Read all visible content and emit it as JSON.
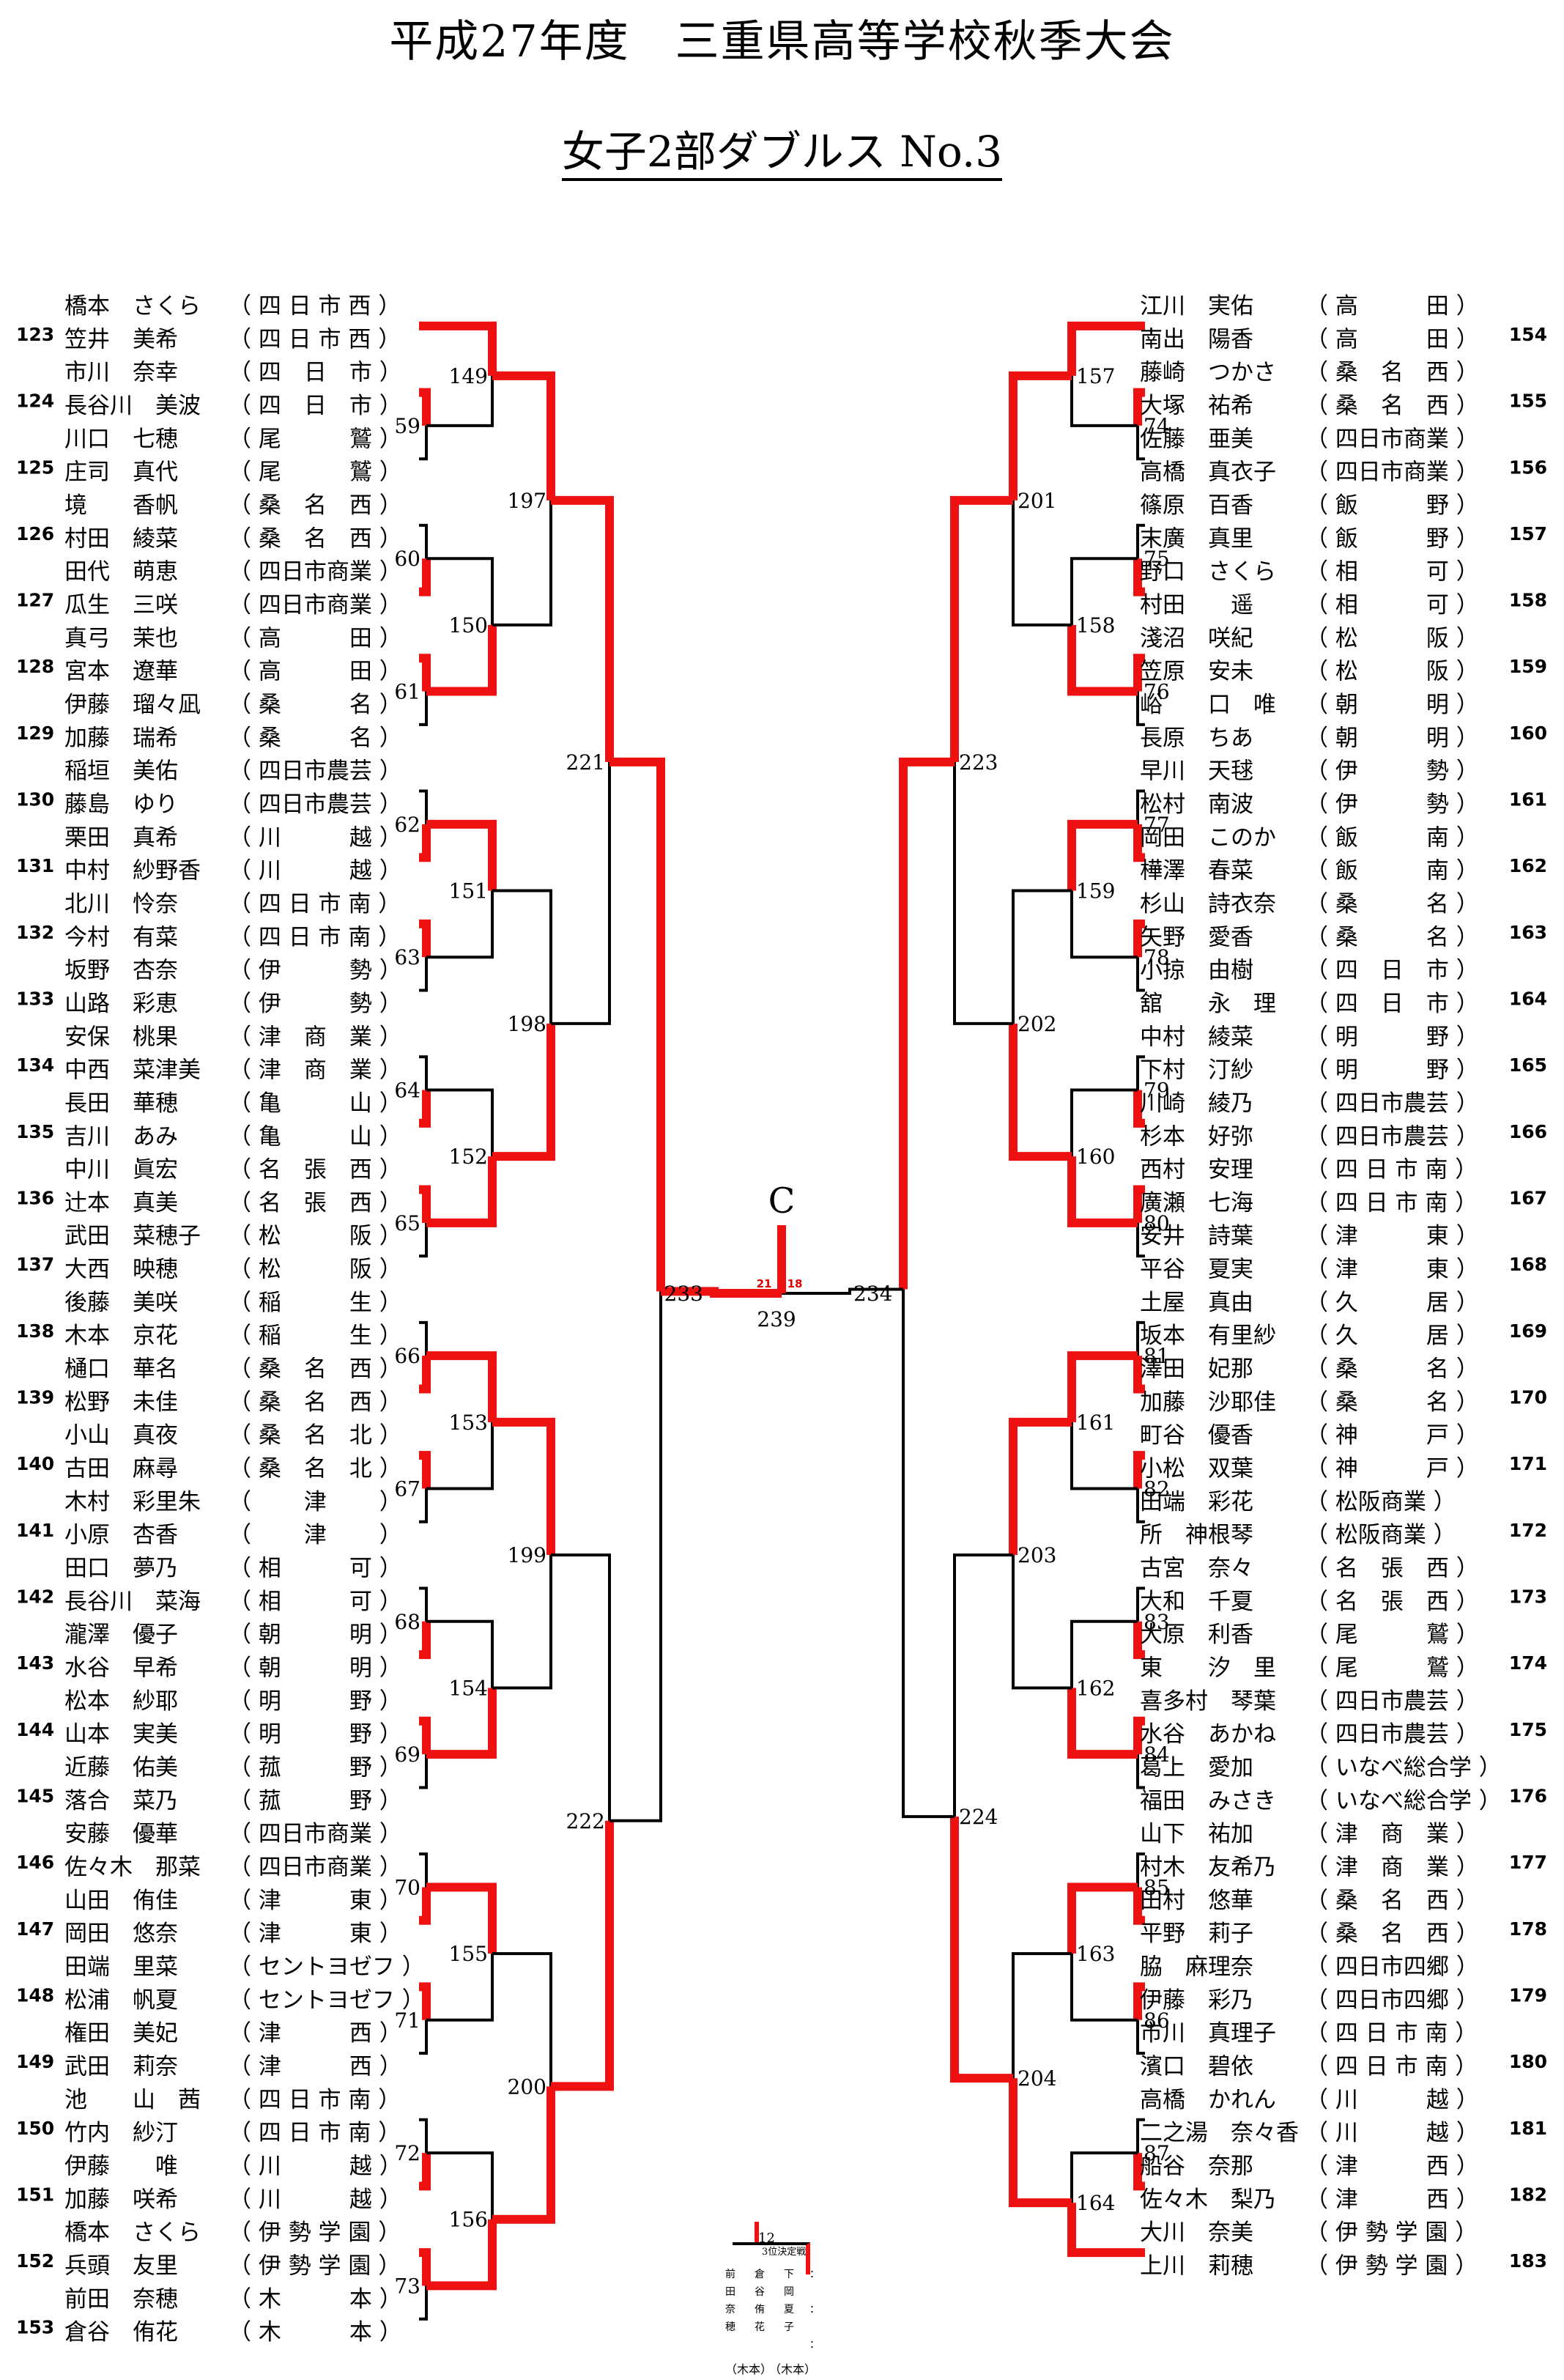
{
  "title": "平成27年度　三重県高等学校秋季大会",
  "subtitle": "女子2部ダブルス  No.3",
  "champion_label": "C",
  "left_pairs": [
    {
      "num": "123",
      "p1": "橋本　さくら",
      "s1": "（ 四 日 市 西 ）",
      "p2": "笠井　美希",
      "s2": "（ 四 日 市 西 ）"
    },
    {
      "num": "124",
      "p1": "市川　奈幸",
      "s1": "（ 四　日　市 ）",
      "p2": "長谷川　美波",
      "s2": "（ 四　日　市 ）"
    },
    {
      "num": "125",
      "p1": "川口　七穂",
      "s1": "（ 尾　　　鷲 ）",
      "p2": "庄司　真代",
      "s2": "（ 尾　　　鷲 ）"
    },
    {
      "num": "126",
      "p1": "境　　香帆",
      "s1": "（ 桑　名　西 ）",
      "p2": "村田　綾菜",
      "s2": "（ 桑　名　西 ）"
    },
    {
      "num": "127",
      "p1": "田代　萌恵",
      "s1": "（ 四日市商業 ）",
      "p2": "瓜生　三咲",
      "s2": "（ 四日市商業 ）"
    },
    {
      "num": "128",
      "p1": "真弓　茉也",
      "s1": "（ 高　　　田 ）",
      "p2": "宮本　遼華",
      "s2": "（ 高　　　田 ）"
    },
    {
      "num": "129",
      "p1": "伊藤　瑠々凪",
      "s1": "（ 桑　　　名 ）",
      "p2": "加藤　瑞希",
      "s2": "（ 桑　　　名 ）"
    },
    {
      "num": "130",
      "p1": "稲垣　美佑",
      "s1": "（ 四日市農芸 ）",
      "p2": "藤島　ゆり",
      "s2": "（ 四日市農芸 ）"
    },
    {
      "num": "131",
      "p1": "栗田　真希",
      "s1": "（ 川　　　越 ）",
      "p2": "中村　紗野香",
      "s2": "（ 川　　　越 ）"
    },
    {
      "num": "132",
      "p1": "北川　怜奈",
      "s1": "（ 四 日 市 南 ）",
      "p2": "今村　有菜",
      "s2": "（ 四 日 市 南 ）"
    },
    {
      "num": "133",
      "p1": "坂野　杏奈",
      "s1": "（ 伊　　　勢 ）",
      "p2": "山路　彩恵",
      "s2": "（ 伊　　　勢 ）"
    },
    {
      "num": "134",
      "p1": "安保　桃果",
      "s1": "（ 津　商　業 ）",
      "p2": "中西　菜津美",
      "s2": "（ 津　商　業 ）"
    },
    {
      "num": "135",
      "p1": "長田　華穂",
      "s1": "（ 亀　　　山 ）",
      "p2": "吉川　あみ",
      "s2": "（ 亀　　　山 ）"
    },
    {
      "num": "136",
      "p1": "中川　眞宏",
      "s1": "（ 名　張　西 ）",
      "p2": "辻本　真美",
      "s2": "（ 名　張　西 ）"
    },
    {
      "num": "137",
      "p1": "武田　菜穂子",
      "s1": "（ 松　　　阪 ）",
      "p2": "大西　映穂",
      "s2": "（ 松　　　阪 ）"
    },
    {
      "num": "138",
      "p1": "後藤　美咲",
      "s1": "（ 稲　　　生 ）",
      "p2": "木本　京花",
      "s2": "（ 稲　　　生 ）"
    },
    {
      "num": "139",
      "p1": "樋口　華名",
      "s1": "（ 桑　名　西 ）",
      "p2": "松野　未佳",
      "s2": "（ 桑　名　西 ）"
    },
    {
      "num": "140",
      "p1": "小山　真夜",
      "s1": "（ 桑　名　北 ）",
      "p2": "古田　麻尋",
      "s2": "（ 桑　名　北 ）"
    },
    {
      "num": "141",
      "p1": "木村　彩里朱",
      "s1": "（ 　　津　　 ）",
      "p2": "小原　杏香",
      "s2": "（ 　　津　　 ）"
    },
    {
      "num": "142",
      "p1": "田口　夢乃",
      "s1": "（ 相　　　可 ）",
      "p2": "長谷川　菜海",
      "s2": "（ 相　　　可 ）"
    },
    {
      "num": "143",
      "p1": "瀧澤　優子",
      "s1": "（ 朝　　　明 ）",
      "p2": "水谷　早希",
      "s2": "（ 朝　　　明 ）"
    },
    {
      "num": "144",
      "p1": "松本　紗耶",
      "s1": "（ 明　　　野 ）",
      "p2": "山本　実美",
      "s2": "（ 明　　　野 ）"
    },
    {
      "num": "145",
      "p1": "近藤　佑美",
      "s1": "（ 菰　　　野 ）",
      "p2": "落合　菜乃",
      "s2": "（ 菰　　　野 ）"
    },
    {
      "num": "146",
      "p1": "安藤　優華",
      "s1": "（ 四日市商業 ）",
      "p2": "佐々木　那菜",
      "s2": "（ 四日市商業 ）"
    },
    {
      "num": "147",
      "p1": "山田　侑佳",
      "s1": "（ 津　　　東 ）",
      "p2": "岡田　悠奈",
      "s2": "（ 津　　　東 ）"
    },
    {
      "num": "148",
      "p1": "田端　里菜",
      "s1": "（ セントヨゼフ ）",
      "p2": "松浦　帆夏",
      "s2": "（ セントヨゼフ ）"
    },
    {
      "num": "149",
      "p1": "権田　美妃",
      "s1": "（ 津　　　西 ）",
      "p2": "武田　莉奈",
      "s2": "（ 津　　　西 ）"
    },
    {
      "num": "150",
      "p1": "池　　山　茜",
      "s1": "（ 四 日 市 南 ）",
      "p2": "竹内　紗汀",
      "s2": "（ 四 日 市 南 ）"
    },
    {
      "num": "151",
      "p1": "伊藤　　唯",
      "s1": "（ 川　　　越 ）",
      "p2": "加藤　咲希",
      "s2": "（ 川　　　越 ）"
    },
    {
      "num": "152",
      "p1": "橋本　さくら",
      "s1": "（ 伊 勢 学 園 ）",
      "p2": "兵頭　友里",
      "s2": "（ 伊 勢 学 園 ）"
    },
    {
      "num": "153",
      "p1": "前田　奈穂",
      "s1": "（ 木　　　本 ）",
      "p2": "倉谷　侑花",
      "s2": "（ 木　　　本 ）"
    }
  ],
  "right_pairs": [
    {
      "num": "154",
      "p1": "江川　実佑",
      "s1": "（ 高　　　田 ）",
      "p2": "南出　陽香",
      "s2": "（ 高　　　田 ）"
    },
    {
      "num": "155",
      "p1": "藤崎　つかさ",
      "s1": "（ 桑　名　西 ）",
      "p2": "大塚　祐希",
      "s2": "（ 桑　名　西 ）"
    },
    {
      "num": "156",
      "p1": "佐藤　亜美",
      "s1": "（ 四日市商業 ）",
      "p2": "高橋　真衣子",
      "s2": "（ 四日市商業 ）"
    },
    {
      "num": "157",
      "p1": "篠原　百香",
      "s1": "（ 飯　　　野 ）",
      "p2": "末廣　真里",
      "s2": "（ 飯　　　野 ）"
    },
    {
      "num": "158",
      "p1": "野口　さくら",
      "s1": "（ 相　　　可 ）",
      "p2": "村田　　遥",
      "s2": "（ 相　　　可 ）"
    },
    {
      "num": "159",
      "p1": "淺沼　咲紀",
      "s1": "（ 松　　　阪 ）",
      "p2": "笠原　安未",
      "s2": "（ 松　　　阪 ）"
    },
    {
      "num": "160",
      "p1": "峪　　口　唯",
      "s1": "（ 朝　　　明 ）",
      "p2": "長原　ちあ",
      "s2": "（ 朝　　　明 ）"
    },
    {
      "num": "161",
      "p1": "早川　天毬",
      "s1": "（ 伊　　　勢 ）",
      "p2": "松村　南波",
      "s2": "（ 伊　　　勢 ）"
    },
    {
      "num": "162",
      "p1": "岡田　このか",
      "s1": "（ 飯　　　南 ）",
      "p2": "樺澤　春菜",
      "s2": "（ 飯　　　南 ）"
    },
    {
      "num": "163",
      "p1": "杉山　詩衣奈",
      "s1": "（ 桑　　　名 ）",
      "p2": "矢野　愛香",
      "s2": "（ 桑　　　名 ）"
    },
    {
      "num": "164",
      "p1": "小掠　由樹",
      "s1": "（ 四　日　市 ）",
      "p2": "舘　　永　理",
      "s2": "（ 四　日　市 ）"
    },
    {
      "num": "165",
      "p1": "中村　綾菜",
      "s1": "（ 明　　　野 ）",
      "p2": "下村　汀紗",
      "s2": "（ 明　　　野 ）"
    },
    {
      "num": "166",
      "p1": "川崎　綾乃",
      "s1": "（ 四日市農芸 ）",
      "p2": "杉本　好弥",
      "s2": "（ 四日市農芸 ）"
    },
    {
      "num": "167",
      "p1": "西村　安理",
      "s1": "（ 四 日 市 南 ）",
      "p2": "廣瀬　七海",
      "s2": "（ 四 日 市 南 ）"
    },
    {
      "num": "168",
      "p1": "安井　詩葉",
      "s1": "（ 津　　　東 ）",
      "p2": "平谷　夏実",
      "s2": "（ 津　　　東 ）"
    },
    {
      "num": "169",
      "p1": "土屋　真由",
      "s1": "（ 久　　　居 ）",
      "p2": "坂本　有里紗",
      "s2": "（ 久　　　居 ）"
    },
    {
      "num": "170",
      "p1": "澤田　妃那",
      "s1": "（ 桑　　　名 ）",
      "p2": "加藤　沙耶佳",
      "s2": "（ 桑　　　名 ）"
    },
    {
      "num": "171",
      "p1": "町谷　優香",
      "s1": "（ 神　　　戸 ）",
      "p2": "小松　双葉",
      "s2": "（ 神　　　戸 ）"
    },
    {
      "num": "172",
      "p1": "田端　彩花",
      "s1": "（ 松阪商業 ）",
      "p2": "所　神根琴",
      "s2": "（ 松阪商業 ）"
    },
    {
      "num": "173",
      "p1": "古宮　奈々",
      "s1": "（ 名　張　西 ）",
      "p2": "大和　千夏",
      "s2": "（ 名　張　西 ）"
    },
    {
      "num": "174",
      "p1": "大原　利香",
      "s1": "（ 尾　　　鷲 ）",
      "p2": "東　　汐　里",
      "s2": "（ 尾　　　鷲 ）"
    },
    {
      "num": "175",
      "p1": "喜多村　琴葉",
      "s1": "（ 四日市農芸 ）",
      "p2": "水谷　あかね",
      "s2": "（ 四日市農芸 ）"
    },
    {
      "num": "176",
      "p1": "葛上　愛加",
      "s1": "（ いなべ総合学 ）",
      "p2": "福田　みさき",
      "s2": "（ いなべ総合学 ）"
    },
    {
      "num": "177",
      "p1": "山下　祐加",
      "s1": "（ 津　商　業 ）",
      "p2": "村木　友希乃",
      "s2": "（ 津　商　業 ）"
    },
    {
      "num": "178",
      "p1": "田村　悠華",
      "s1": "（ 桑　名　西 ）",
      "p2": "平野　莉子",
      "s2": "（ 桑　名　西 ）"
    },
    {
      "num": "179",
      "p1": "脇　麻理奈",
      "s1": "（ 四日市四郷 ）",
      "p2": "伊藤　彩乃",
      "s2": "（ 四日市四郷 ）"
    },
    {
      "num": "180",
      "p1": "市川　真理子",
      "s1": "（ 四 日 市 南 ）",
      "p2": "濱口　碧依",
      "s2": "（ 四 日 市 南 ）"
    },
    {
      "num": "181",
      "p1": "高橋　かれん",
      "s1": "（ 川　　　越 ）",
      "p2": "二之湯　奈々香",
      "s2": "（ 川　　　越 ）"
    },
    {
      "num": "182",
      "p1": "船谷　奈那",
      "s1": "（ 津　　　西 ）",
      "p2": "佐々木　梨乃",
      "s2": "（ 津　　　西 ）"
    },
    {
      "num": "183",
      "p1": "大川　奈美",
      "s1": "（ 伊 勢 学 園 ）",
      "p2": "上川　莉穂",
      "s2": "（ 伊 勢 学 園 ）"
    }
  ],
  "matches": {
    "r1_left": [
      "59",
      "60",
      "61",
      "62",
      "63",
      "64",
      "65",
      "66",
      "67",
      "68",
      "69",
      "70",
      "71",
      "72",
      "73"
    ],
    "r1_right": [
      "74",
      "75",
      "76",
      "77",
      "78",
      "79",
      "80",
      "81",
      "82",
      "83",
      "84",
      "85",
      "86",
      "87"
    ],
    "r2_left": [
      "149",
      "150",
      "151",
      "152",
      "153",
      "154",
      "155",
      "156"
    ],
    "r2_right": [
      "157",
      "158",
      "159",
      "160",
      "161",
      "162",
      "163",
      "164"
    ],
    "r3_left": [
      "197",
      "198",
      "199",
      "200"
    ],
    "r3_right": [
      "201",
      "202",
      "203",
      "204"
    ],
    "r4_left": [
      "221",
      "222"
    ],
    "r4_right": [
      "223",
      "224"
    ],
    "semi_left": "233",
    "semi_right": "234",
    "final": "239"
  },
  "final_scores": {
    "left": "21",
    "right": "18"
  },
  "third_place": {
    "label": "12",
    "heading": "3位決定戦",
    "left_names": [
      "前田奈穂",
      "倉谷侑花"
    ],
    "right_names": [
      "下岡夏子"
    ],
    "schools": [
      "（木本）",
      "（木本）"
    ]
  }
}
